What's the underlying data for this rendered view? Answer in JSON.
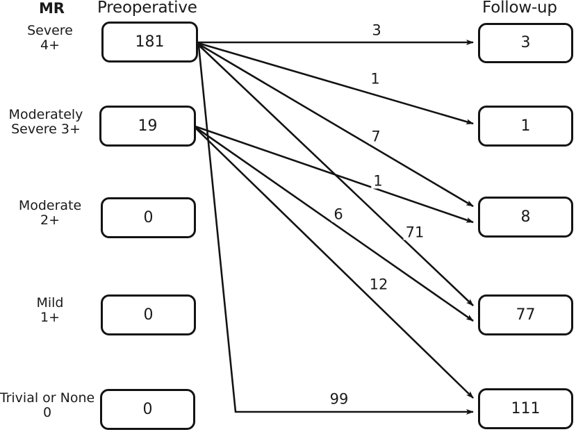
{
  "headers": {
    "category": "MR",
    "left_column": "Preoperative",
    "right_column": "Follow-up"
  },
  "grades": [
    {
      "line1": "Severe",
      "line2": "4+"
    },
    {
      "line1": "Moderately",
      "line2": "Severe 3+"
    },
    {
      "line1": "Moderate",
      "line2": "2+"
    },
    {
      "line1": "Mild",
      "line2": "1+"
    },
    {
      "line1": "Trivial or None",
      "line2": "0"
    }
  ],
  "preoperative_nodes": [
    {
      "grade": "Severe 4+",
      "value": "181"
    },
    {
      "grade": "Moderately Severe 3+",
      "value": "19"
    },
    {
      "grade": "Moderate 2+",
      "value": "0"
    },
    {
      "grade": "Mild 1+",
      "value": "0"
    },
    {
      "grade": "Trivial or None 0",
      "value": "0"
    }
  ],
  "followup_nodes": [
    {
      "grade": "Severe 4+",
      "value": "3"
    },
    {
      "grade": "Moderately Severe 3+",
      "value": "1"
    },
    {
      "grade": "Moderate 2+",
      "value": "8"
    },
    {
      "grade": "Mild 1+",
      "value": "77"
    },
    {
      "grade": "Trivial or None 0",
      "value": "111"
    }
  ],
  "flows": [
    {
      "from": "Severe 4+",
      "to": "Severe 4+",
      "label": "3"
    },
    {
      "from": "Severe 4+",
      "to": "Moderately Severe 3+",
      "label": "1"
    },
    {
      "from": "Severe 4+",
      "to": "Moderate 2+",
      "label": "7"
    },
    {
      "from": "Severe 4+",
      "to": "Mild 1+",
      "label": "71"
    },
    {
      "from": "Severe 4+",
      "to": "Trivial or None 0",
      "label": "99"
    },
    {
      "from": "Moderately Severe 3+",
      "to": "Moderate 2+",
      "label": "1"
    },
    {
      "from": "Moderately Severe 3+",
      "to": "Mild 1+",
      "label": "6"
    },
    {
      "from": "Moderately Severe 3+",
      "to": "Trivial or None 0",
      "label": "12"
    }
  ],
  "colors": {
    "stroke": "#131313",
    "text": "#1a1a1a",
    "background": "#ffffff"
  }
}
